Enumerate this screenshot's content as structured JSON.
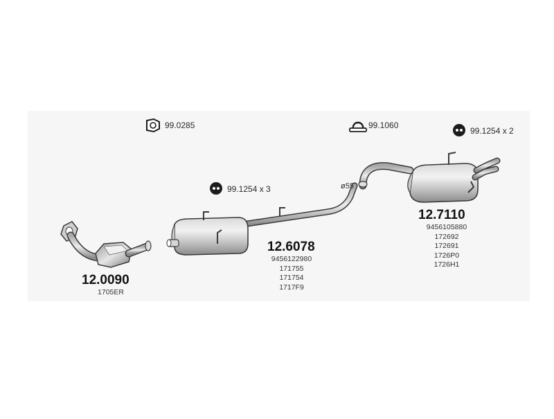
{
  "parts": {
    "catalyst": {
      "code": "12.0090",
      "refs": [
        "1705ER"
      ]
    },
    "middle_silencer": {
      "code": "12.6078",
      "refs": [
        "9456122980",
        "171755",
        "171754",
        "1717F9"
      ]
    },
    "rear_silencer": {
      "code": "12.7110",
      "refs": [
        "9456105880",
        "172692",
        "172691",
        "1726P0",
        "1726H1"
      ]
    }
  },
  "accessories": {
    "gasket": {
      "label": "99.0285",
      "icon": "gasket-icon"
    },
    "clamp": {
      "label": "99.1060",
      "icon": "clamp-icon"
    },
    "rubber_mount_middle": {
      "label": "99.1254 x 3",
      "icon": "rubber-mount-icon"
    },
    "rubber_mount_rear": {
      "label": "99.1254 x 2",
      "icon": "rubber-mount-icon"
    }
  },
  "pipe_diameter": "ø55",
  "colors": {
    "background": "#ffffff",
    "panel": "#f6f6f6",
    "metal_light": "#e8e8e8",
    "metal_mid": "#bcbcbc",
    "metal_dark": "#7d7d7d",
    "outline": "#3a3a3a",
    "icon_fill": "#1c1c1c"
  }
}
